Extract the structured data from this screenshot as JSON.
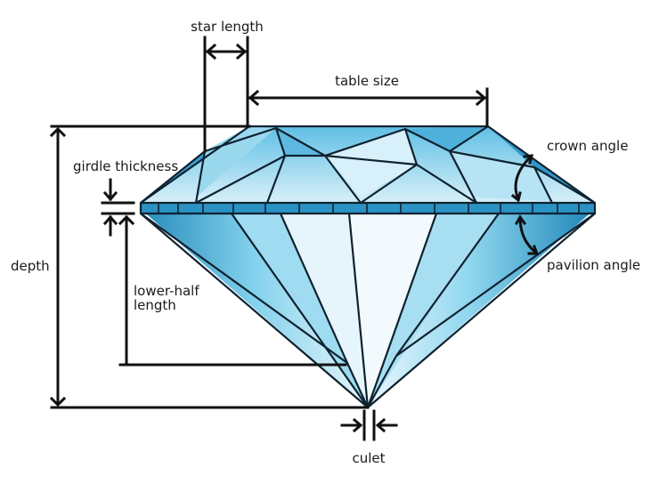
{
  "labels": {
    "star_length": "star length",
    "table_size": "table size",
    "crown_angle": "crown angle",
    "girdle_thickness": "girdle thickness",
    "depth": "depth",
    "lower_half_line1": "lower-half",
    "lower_half_line2": "length",
    "pavilion_angle": "pavilion angle",
    "culet": "culet"
  },
  "colors": {
    "ink": "#111111",
    "diamond_light": "#e9f6fb",
    "diamond_mid": "#7fd0ec",
    "diamond_deep": "#1d86b8",
    "facet_line": "#0f2230"
  }
}
